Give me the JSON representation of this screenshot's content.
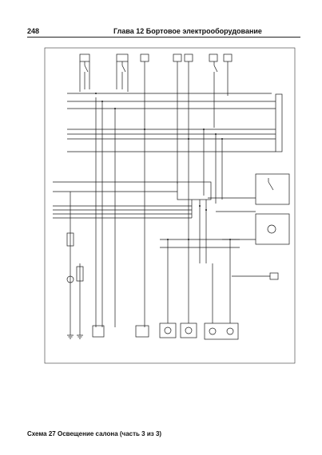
{
  "header": {
    "page_number": "248",
    "chapter_title": "Глава 12   Бортовое электрооборудование"
  },
  "footer": {
    "caption": "Схема 27    Освещение салона (часть 3 из 3)"
  },
  "colors": {
    "line": "#1a1a1a",
    "frame": "#333333",
    "background": "#ffffff"
  }
}
